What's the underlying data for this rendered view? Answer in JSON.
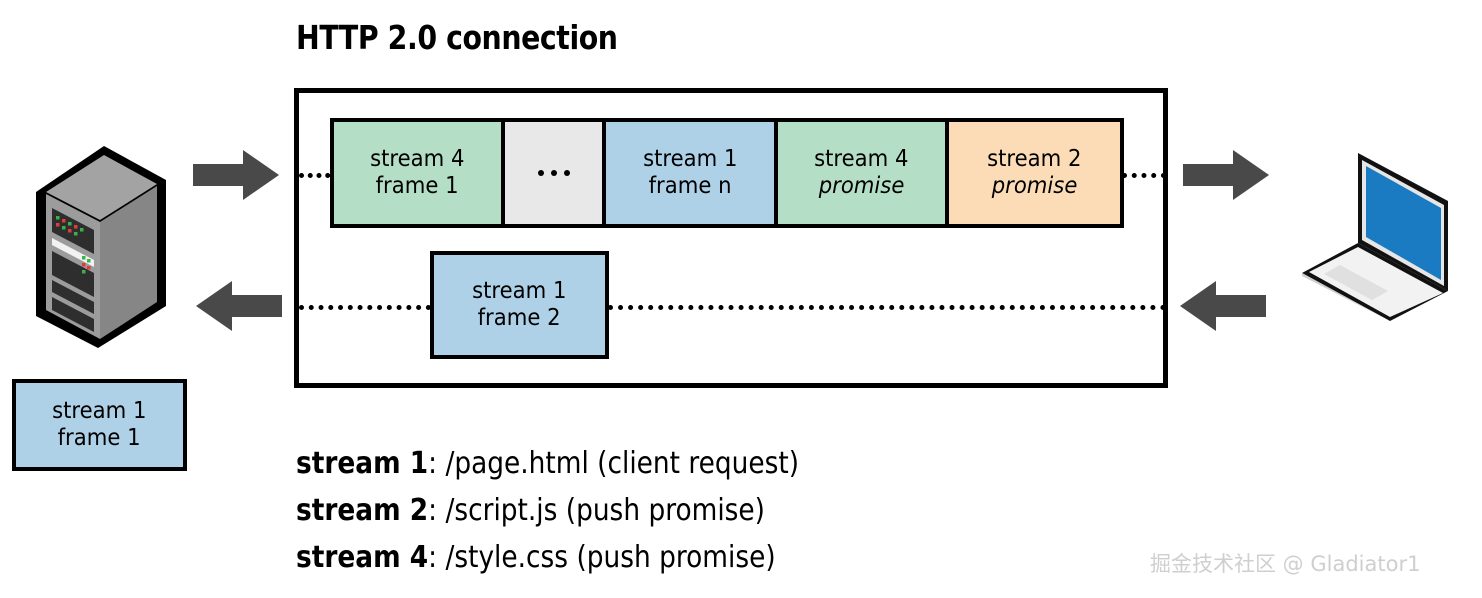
{
  "title": "HTTP 2.0 connection",
  "colors": {
    "green": "#b5dec6",
    "blue": "#aed1e7",
    "orange": "#fbdcb6",
    "gray": "#e8e8e8",
    "arrow": "#494949",
    "outline": "#000000",
    "laptop_screen": "#1a7ac2",
    "watermark": "#cfcfcf"
  },
  "upstream_frames": [
    {
      "line1": "stream 4",
      "line2": "frame 1",
      "line2_italic": false,
      "color": "green"
    },
    {
      "line1": "",
      "line2": "…",
      "line2_italic": false,
      "color": "gray"
    },
    {
      "line1": "stream 1",
      "line2": "frame n",
      "line2_italic": false,
      "color": "blue"
    },
    {
      "line1": "stream 4",
      "line2": "promise",
      "line2_italic": true,
      "color": "green"
    },
    {
      "line1": "stream 2",
      "line2": "promise",
      "line2_italic": true,
      "color": "orange"
    }
  ],
  "downstream_frame": {
    "line1": "stream 1",
    "line2": "frame 2",
    "color": "blue"
  },
  "standalone_frame": {
    "line1": "stream 1",
    "line2": "frame 1",
    "color": "blue"
  },
  "legend": [
    {
      "stream": "stream 1",
      "rest": ": /page.html  (client request)"
    },
    {
      "stream": "stream 2",
      "rest": ": /script.js  (push promise)"
    },
    {
      "stream": "stream 4",
      "rest": ": /style.css  (push promise)"
    }
  ],
  "endpoints": {
    "left": "server",
    "right": "laptop"
  },
  "arrows": {
    "server_out": "arrow-right",
    "server_in": "arrow-left",
    "client_in": "arrow-right",
    "client_out": "arrow-left"
  },
  "watermark": "掘金技术社区 @ Gladiator1"
}
